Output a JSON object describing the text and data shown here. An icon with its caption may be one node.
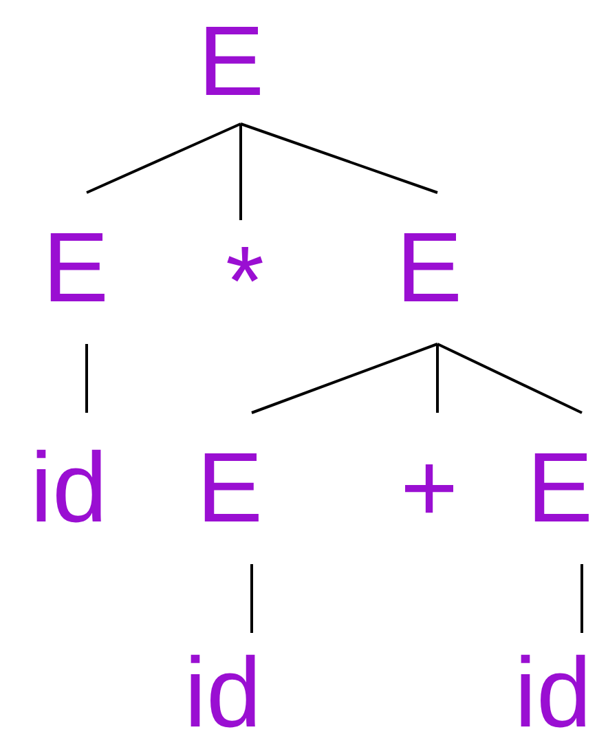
{
  "diagram": {
    "nodes": [
      {
        "text": [
          "E"
        ]
      },
      {
        "text": [
          "E"
        ]
      },
      {
        "text": [
          "*"
        ]
      },
      {
        "text": [
          "E"
        ]
      },
      {
        "text": [
          "id"
        ]
      },
      {
        "text": [
          "E"
        ]
      },
      {
        "text": [
          "+"
        ]
      },
      {
        "text": [
          "E"
        ]
      },
      {
        "text": [
          "id"
        ]
      },
      {
        "text": [
          "id"
        ]
      }
    ],
    "edges": [
      {
        "from": 0,
        "to": 1,
        "arrow": "none"
      },
      {
        "from": 0,
        "to": 2,
        "arrow": "none"
      },
      {
        "from": 0,
        "to": 3,
        "arrow": "none"
      },
      {
        "from": 1,
        "to": 4,
        "arrow": "none"
      },
      {
        "from": 3,
        "to": 5,
        "arrow": "none"
      },
      {
        "from": 3,
        "to": 6,
        "arrow": "none"
      },
      {
        "from": 3,
        "to": 7,
        "arrow": "none"
      },
      {
        "from": 5,
        "to": 8,
        "arrow": "none"
      },
      {
        "from": 7,
        "to": 9,
        "arrow": "none"
      }
    ]
  }
}
